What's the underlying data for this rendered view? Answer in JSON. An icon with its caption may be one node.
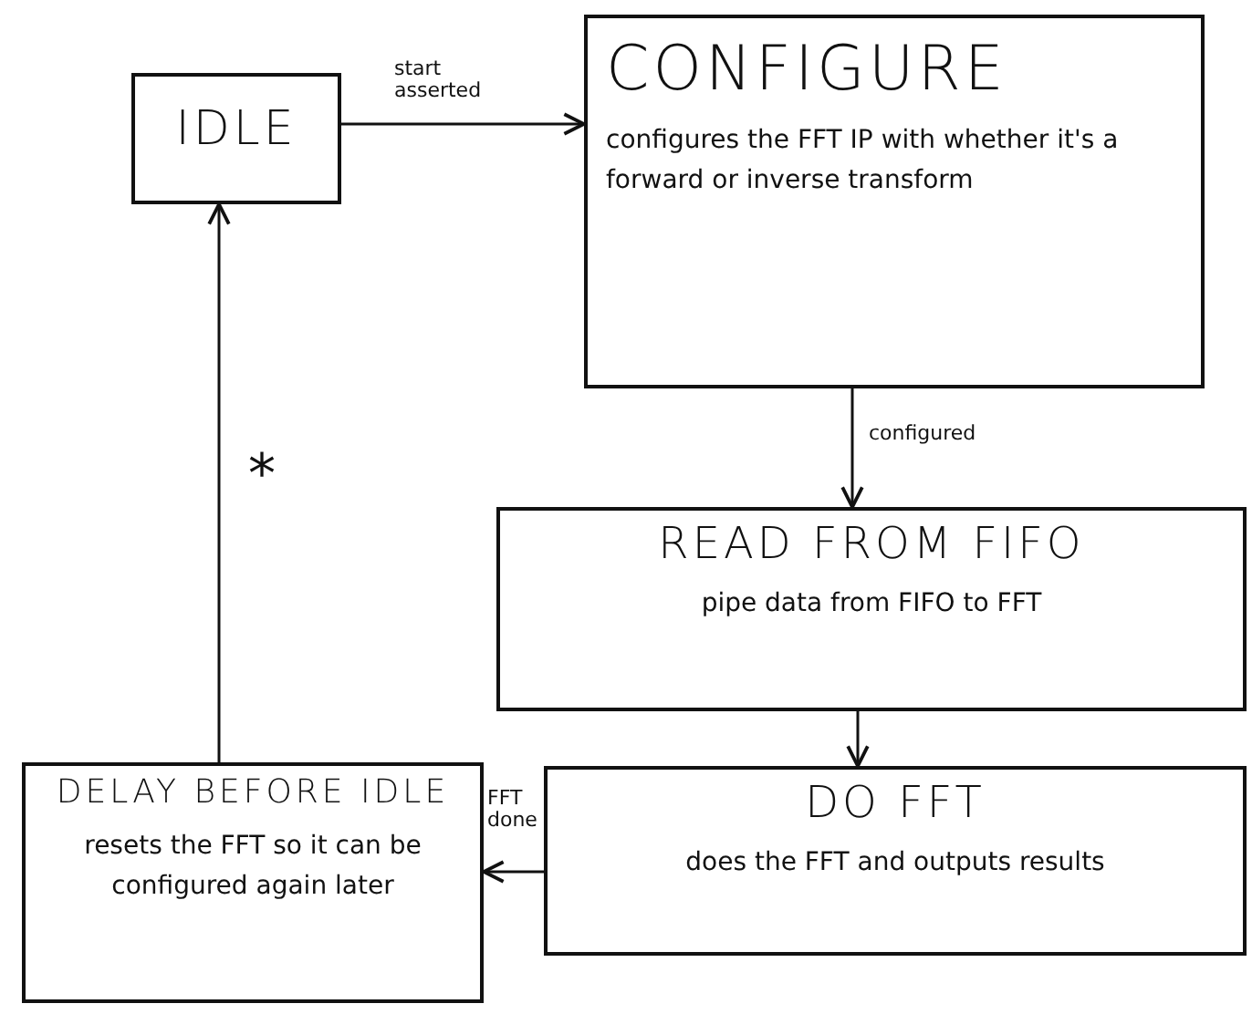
{
  "diagram": {
    "nodes": [
      {
        "text": [
          "IDLE"
        ]
      },
      {
        "text": [
          "CONFIGURE",
          "configures the FFT IP with whether it's a forward or inverse transform"
        ]
      },
      {
        "text": [
          "READ FROM FIFO",
          "pipe data from FIFO to FFT"
        ]
      },
      {
        "text": [
          "DO FFT",
          "does the FFT and outputs results"
        ]
      },
      {
        "text": [
          "DELAY BEFORE IDLE",
          "resets the FFT so it can be configured again later"
        ]
      }
    ],
    "edges": [
      {
        "from": 0,
        "to": 1,
        "arrow": "to",
        "label": "start asserted"
      },
      {
        "from": 1,
        "to": 2,
        "arrow": "to",
        "label": "configured"
      },
      {
        "from": 2,
        "to": 3,
        "arrow": "to"
      },
      {
        "from": 3,
        "to": 4,
        "arrow": "to",
        "label": "FFT done"
      },
      {
        "from": 4,
        "to": 0,
        "arrow": "to",
        "label": "*"
      }
    ]
  }
}
